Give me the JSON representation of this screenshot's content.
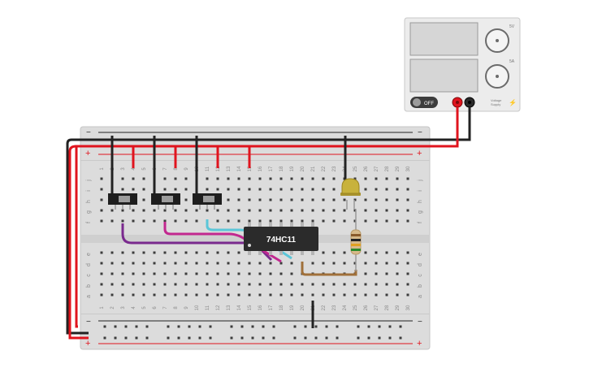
{
  "power_supply": {
    "off_label": "OFF",
    "brand_line1": "Voltage",
    "brand_line2": "Supply",
    "voltage_unit": "5V",
    "current_unit": "5A"
  },
  "chip": {
    "label": "74HC11"
  },
  "breadboard": {
    "plus": "+",
    "minus": "−",
    "column_numbers": [
      "1",
      "2",
      "3",
      "4",
      "5",
      "6",
      "7",
      "8",
      "9",
      "10",
      "11",
      "12",
      "13",
      "14",
      "15",
      "16",
      "17",
      "18",
      "19",
      "20",
      "21",
      "22",
      "23",
      "24",
      "25",
      "26",
      "27",
      "28",
      "29",
      "30"
    ],
    "top_rows": [
      "j",
      "i",
      "h",
      "g",
      "f"
    ],
    "bottom_rows": [
      "e",
      "d",
      "c",
      "b",
      "a"
    ]
  },
  "colors": {
    "board": "#dcdcdc",
    "red_wire": "#e0141e",
    "black_wire": "#222222",
    "purple_wire": "#7a2a8e",
    "magenta_wire": "#c2288f",
    "cyan_wire": "#5bc6d8",
    "brown_wire": "#a0703a",
    "led": "#c8b23c"
  }
}
